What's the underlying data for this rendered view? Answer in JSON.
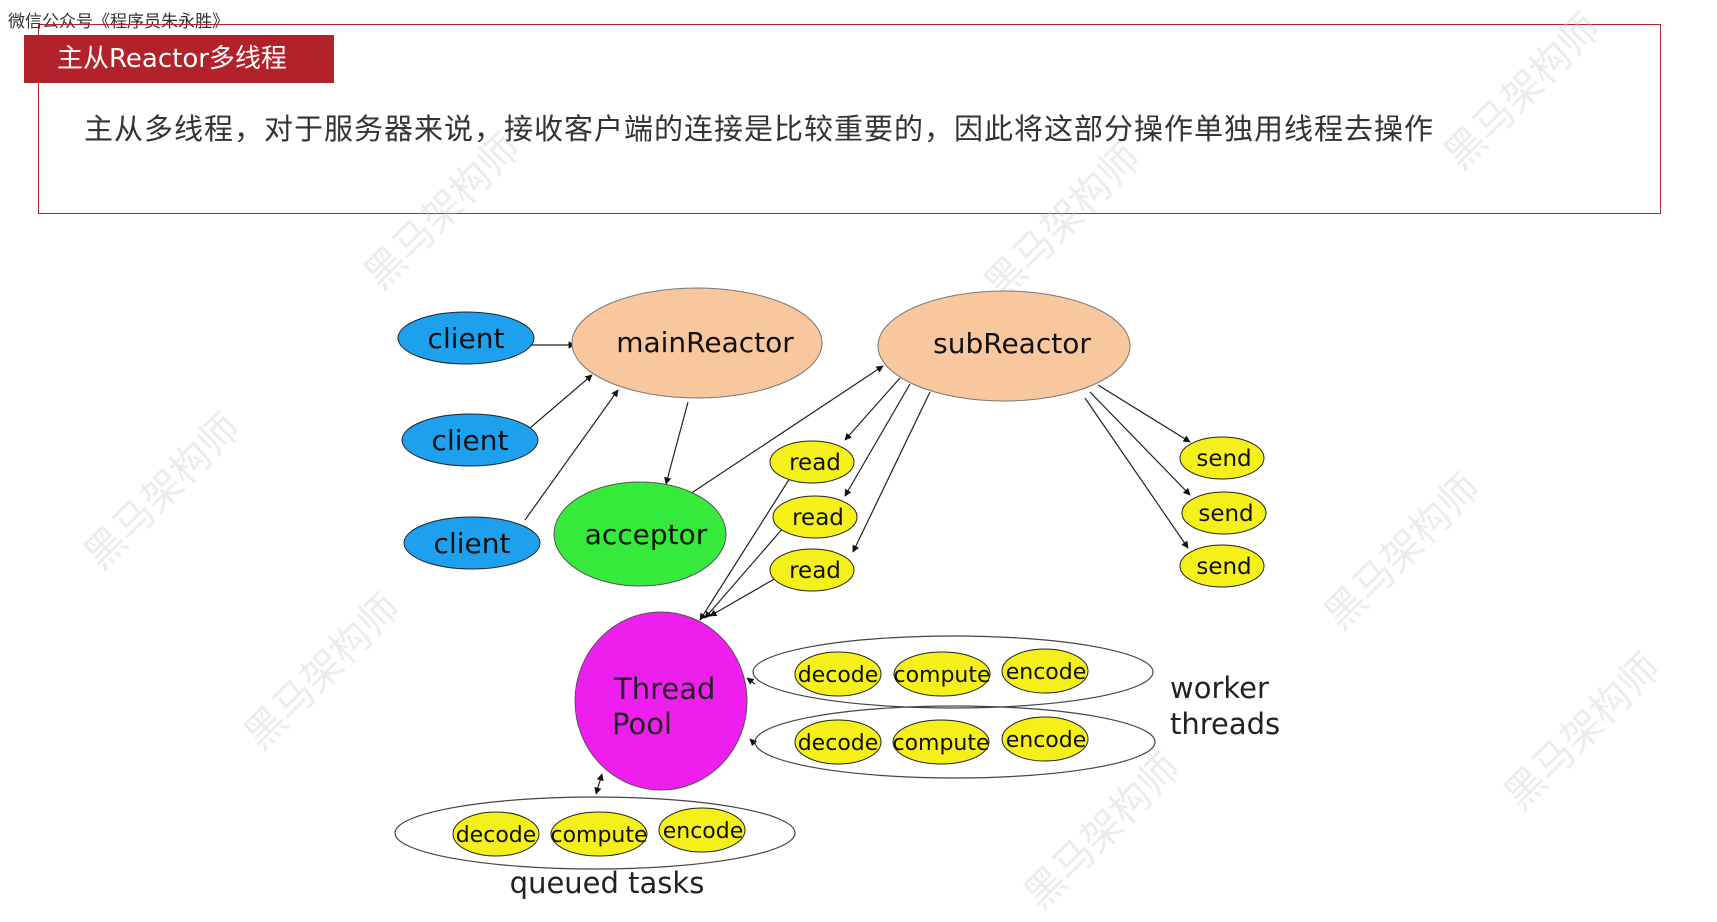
{
  "source_tag": "微信公众号《程序员朱永胜》",
  "header": {
    "title": "主从Reactor多线程",
    "description": "主从多线程，对于服务器来说，接收客户端的连接是比较重要的，因此将这部分操作单独用线程去操作"
  },
  "watermark_text": "黑马架构师",
  "diagram": {
    "clients": [
      "client",
      "client",
      "client"
    ],
    "main_reactor": "mainReactor",
    "sub_reactor": "subReactor",
    "acceptor": "acceptor",
    "reads": [
      "read",
      "read",
      "read"
    ],
    "sends": [
      "send",
      "send",
      "send"
    ],
    "thread_pool": [
      "Thread",
      "Pool"
    ],
    "worker_rows": [
      [
        "decode",
        "compute",
        "encode"
      ],
      [
        "decode",
        "compute",
        "encode"
      ]
    ],
    "worker_label": [
      "worker",
      "threads"
    ],
    "queued_row": [
      "decode",
      "compute",
      "encode"
    ],
    "queued_label": "queued tasks"
  },
  "colors": {
    "accent": "#b3222a",
    "client": "#1da1ef",
    "reactor": "#f9c79e",
    "acceptor": "#35ea3a",
    "task": "#f5f01a",
    "thread_pool": "#ee1fee"
  }
}
